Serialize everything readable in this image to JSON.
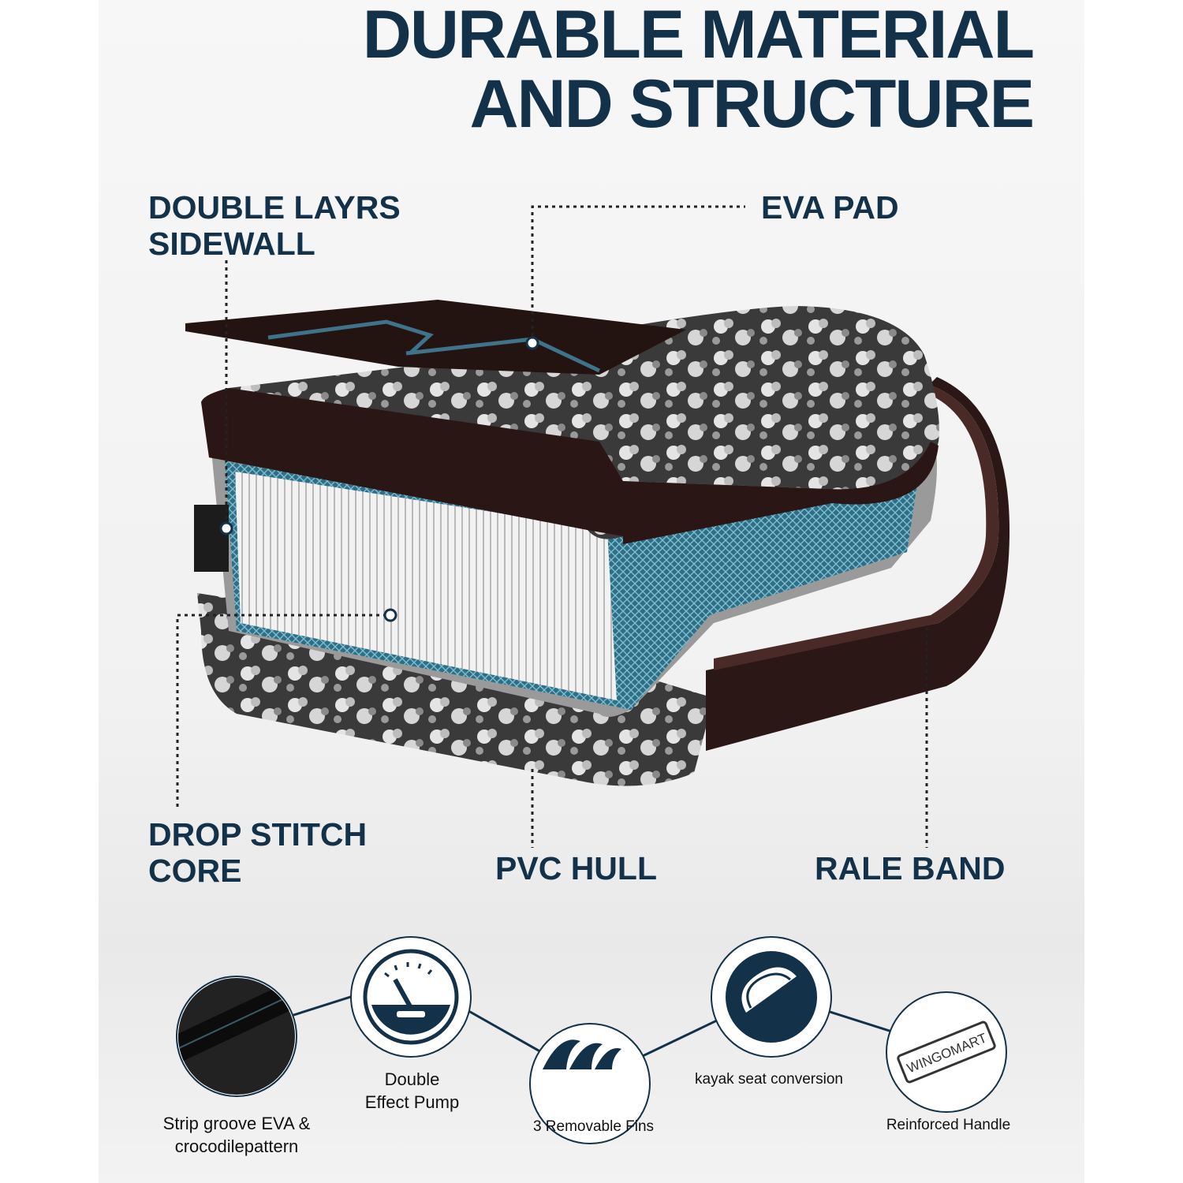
{
  "heading": {
    "line1": "DURABLE MATERIAL",
    "line2": "AND STRUCTURE"
  },
  "callouts": {
    "sidewall": {
      "line1": "DOUBLE LAYRS",
      "line2": "SIDEWALL"
    },
    "eva_pad": "EVA PAD",
    "drop_stitch": {
      "line1": "DROP STITCH",
      "line2": "CORE"
    },
    "pvc_hull": "PVC HULL",
    "rale_band": "RALE BAND"
  },
  "features": [
    {
      "line1": "Strip groove EVA &",
      "line2": "crocodilepattern"
    },
    {
      "line1": "Double",
      "line2": "Effect Pump"
    },
    {
      "line1": "3 Removable Fins"
    },
    {
      "line1": "kayak seat conversion"
    },
    {
      "line1": "Reinforced Handle"
    }
  ],
  "brand_tag": "WINGOMART",
  "colors": {
    "navy": "#13324a",
    "board_dark": "#2a1614",
    "core_teal": "#2f6f86"
  },
  "icons": [
    "eva-sample-icon",
    "pump-gauge-icon",
    "fins-icon",
    "kayak-seat-icon",
    "handle-tag-icon"
  ]
}
